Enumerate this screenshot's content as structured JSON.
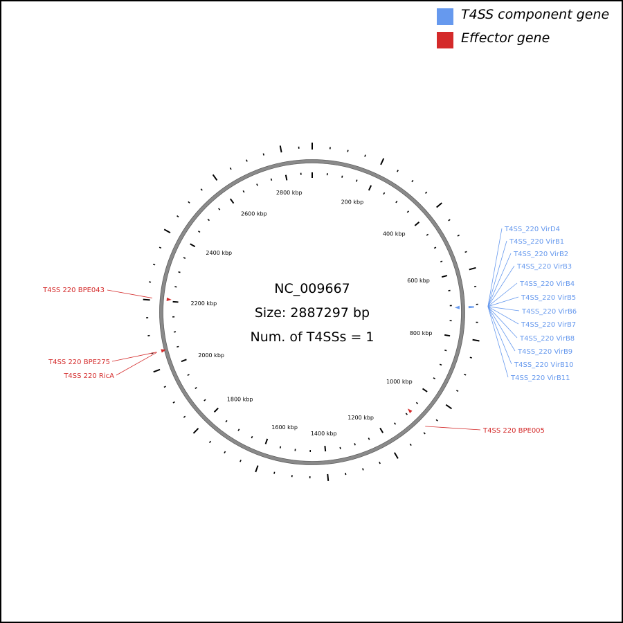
{
  "legend": [
    {
      "label": "T4SS component gene",
      "color": "#6699ee"
    },
    {
      "label": "Effector gene",
      "color": "#d42a2a"
    }
  ],
  "genome": {
    "accession": "NC_009667",
    "size_text": "Size: 2887297 bp",
    "t4ss_text": "Num. of T4SSs = 1",
    "size_bp": 2887297
  },
  "tick_labels": [
    "200 kbp",
    "400 kbp",
    "600 kbp",
    "800 kbp",
    "1000 kbp",
    "1200 kbp",
    "1400 kbp",
    "1600 kbp",
    "1800 kbp",
    "2000 kbp",
    "2200 kbp",
    "2400 kbp",
    "2600 kbp",
    "2800 kbp"
  ],
  "component_genes": {
    "color": "#6699ee",
    "position_kbp": 707,
    "labels": [
      "T4SS_220 VirD4",
      "T4SS_220 VirB1",
      "T4SS_220 VirB2",
      "T4SS_220 VirB3",
      "T4SS_220 VirB4",
      "T4SS_220 VirB5",
      "T4SS_220 VirB6",
      "T4SS_220 VirB7",
      "T4SS_220 VirB8",
      "T4SS_220 VirB9",
      "T4SS_220 VirB10",
      "T4SS_220 VirB11"
    ]
  },
  "effector_genes": {
    "color": "#d42a2a",
    "items": [
      {
        "label": "T4SS 220 BPE005",
        "position_kbp": 1085
      },
      {
        "label": "T4SS 220 BPE043",
        "position_kbp": 2206
      },
      {
        "label": "T4SS 220 BPE275",
        "position_kbp": 2050
      },
      {
        "label": "T4SS 220 RicA",
        "position_kbp": 2049
      }
    ]
  }
}
